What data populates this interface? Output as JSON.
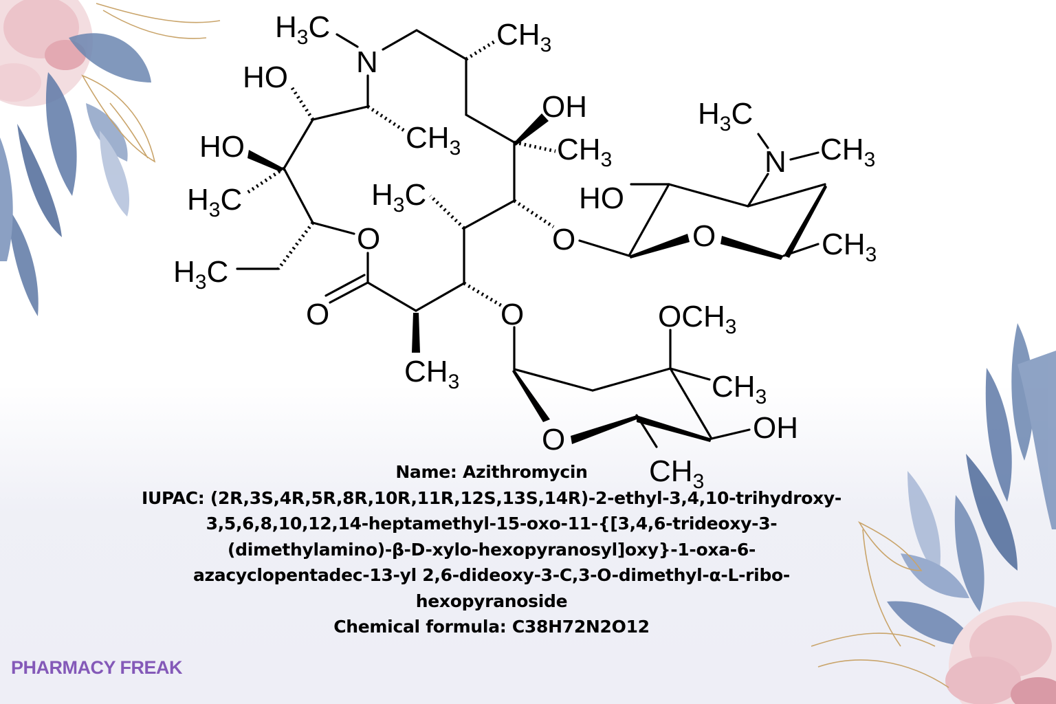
{
  "molecule": {
    "atoms": {
      "h3c_n": "H3C",
      "n_main": "N",
      "ch3_top": "CH3",
      "ho_1": "HO",
      "ho_2": "HO",
      "ch3_n": "CH3",
      "oh_top": "OH",
      "ch3_c10": "CH3",
      "h3c_c3": "H3C",
      "h3c_c5": "H3C",
      "h3c_ethyl": "H3C",
      "o_ring": "O",
      "o_carbonyl": "O",
      "ch3_c2": "CH3",
      "o_link_desosamine": "O",
      "o_link_cladinose": "O",
      "desosamine": {
        "h3c": "H3C",
        "n": "N",
        "ch3_n": "CH3",
        "ho": "HO",
        "o_ring": "O",
        "ch3": "CH3"
      },
      "cladinose": {
        "och3": "OCH3",
        "ch3": "CH3",
        "oh": "OH",
        "o_ring": "O",
        "ch3_bottom": "CH3"
      }
    }
  },
  "info": {
    "name_line": "Name: Azithromycin",
    "iupac_lines": [
      "IUPAC: (2R,3S,4R,5R,8R,10R,11R,12S,13S,14R)-2-ethyl-3,4,10-trihydroxy-",
      "3,5,6,8,10,12,14-heptamethyl-15-oxo-11-{[3,4,6-trideoxy-3-",
      "(dimethylamino)-β-D-xylo-hexopyranosyl]oxy}-1-oxa-6-",
      "azacyclopentadec-13-yl 2,6-dideoxy-3-C,3-O-dimethyl-α-L-ribo-",
      "hexopyranoside"
    ],
    "formula_line": "Chemical formula: C38H72N2O12"
  },
  "brand": {
    "label": "PHARMACY FREAK",
    "color": "#8459b8"
  },
  "colors": {
    "leaf_blue": "#5d7aa6",
    "petal_pink": "#e8b4bc",
    "gold_line": "#c9a46a",
    "ink": "#000000"
  }
}
